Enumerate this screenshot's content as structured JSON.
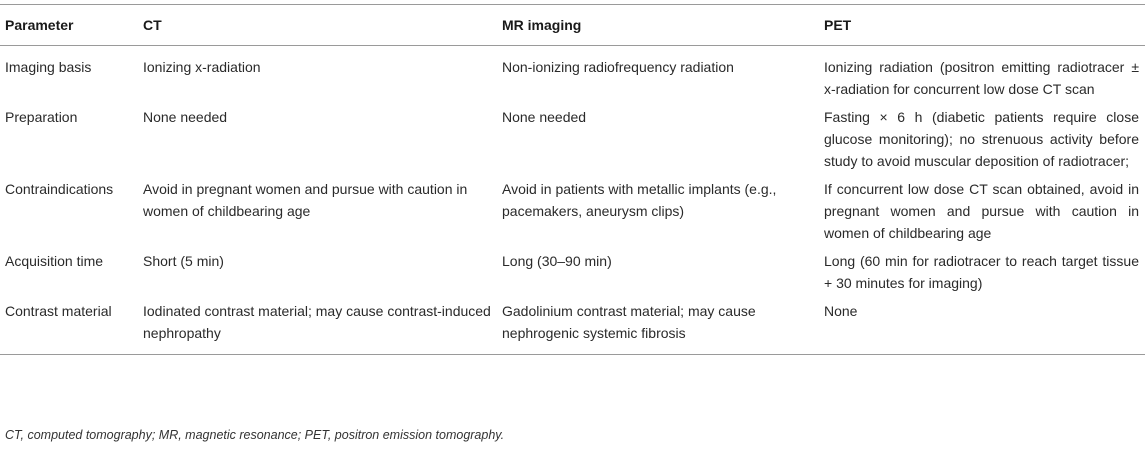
{
  "table": {
    "headers": [
      "Parameter",
      "CT",
      "MR imaging",
      "PET"
    ],
    "rows": [
      {
        "parameter": "Imaging basis",
        "ct": "Ionizing x-radiation",
        "mr": "Non-ionizing radiofrequency radiation",
        "pet": "Ionizing radiation (positron emitting radiotracer ± x-radiation for concurrent low dose CT scan"
      },
      {
        "parameter": "Preparation",
        "ct": "None needed",
        "mr": "None needed",
        "pet": "Fasting × 6 h (diabetic patients require close glucose monitoring); no strenuous activity before study to avoid muscular deposition of radiotracer;"
      },
      {
        "parameter": "Contraindications",
        "ct": "Avoid in pregnant women and pursue with caution in women of childbearing age",
        "mr": "Avoid in patients with metallic implants (e.g., pacemakers, aneurysm clips)",
        "pet": "If concurrent low dose CT scan obtained, avoid in pregnant women and pursue with caution in women of childbearing age"
      },
      {
        "parameter": "Acquisition time",
        "ct": "Short (5 min)",
        "mr": "Long (30–90 min)",
        "pet": "Long (60 min for radiotracer to reach target tissue + 30 minutes for imaging)"
      },
      {
        "parameter": "Contrast material",
        "ct": "Iodinated contrast material; may cause contrast-induced nephropathy",
        "mr": "Gadolinium contrast material; may cause nephrogenic systemic fibrosis",
        "pet": "None"
      }
    ]
  },
  "footnote": "CT, computed tomography; MR, magnetic resonance; PET, positron emission tomography."
}
